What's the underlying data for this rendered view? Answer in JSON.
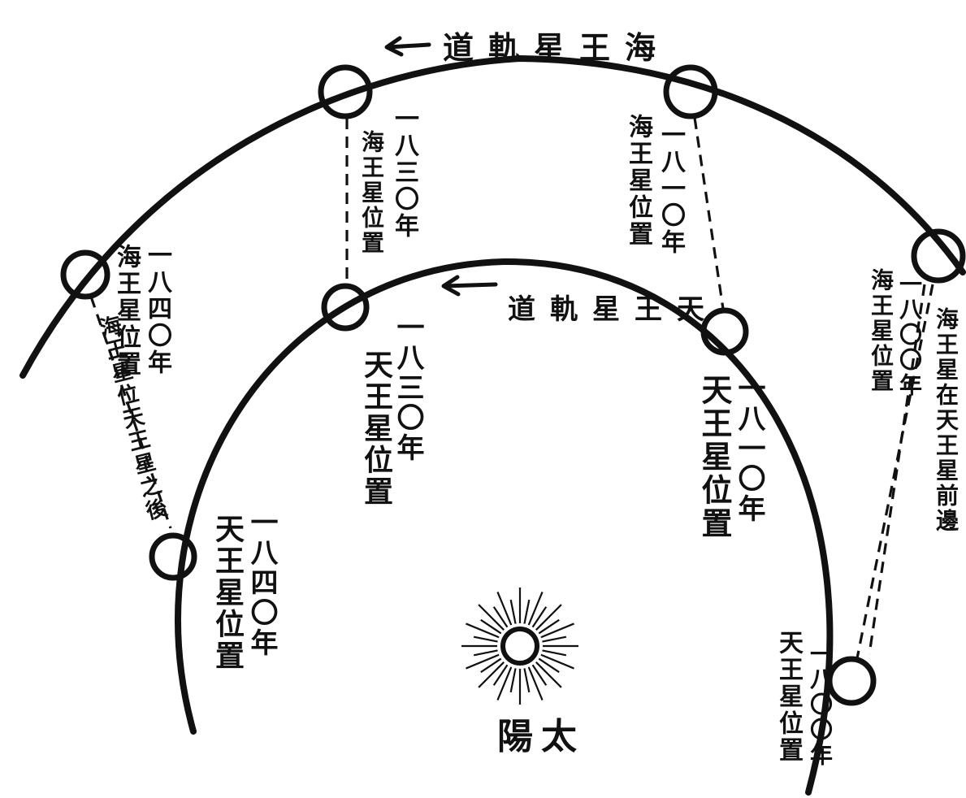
{
  "orbits": {
    "neptune": {
      "label": "海王星軌道",
      "direction_label": "←"
    },
    "uranus": {
      "label": "天王星軌道",
      "direction_label": "←"
    }
  },
  "positions": {
    "neptune_1840": {
      "year": "一八四〇年",
      "label": "海王星位置"
    },
    "neptune_1830": {
      "year": "一八三〇年",
      "label": "海王星位置"
    },
    "neptune_1810": {
      "year": "一八一〇年",
      "label": "海王星位置"
    },
    "neptune_1800": {
      "year": "一八〇〇年",
      "label": "海王星位置"
    },
    "uranus_1840": {
      "year": "一八四〇年",
      "label": "天王星位置"
    },
    "uranus_1830": {
      "year": "一八三〇年",
      "label": "天王星位置"
    },
    "uranus_1810": {
      "year": "一八一〇年",
      "label": "天王星位置"
    },
    "uranus_1800": {
      "year": "一八〇〇年",
      "label": "天王星位置"
    }
  },
  "notes": {
    "left": "海王星位天王星之後",
    "right": "海王星在天王星前邊"
  },
  "sun": {
    "label": "太陽"
  }
}
